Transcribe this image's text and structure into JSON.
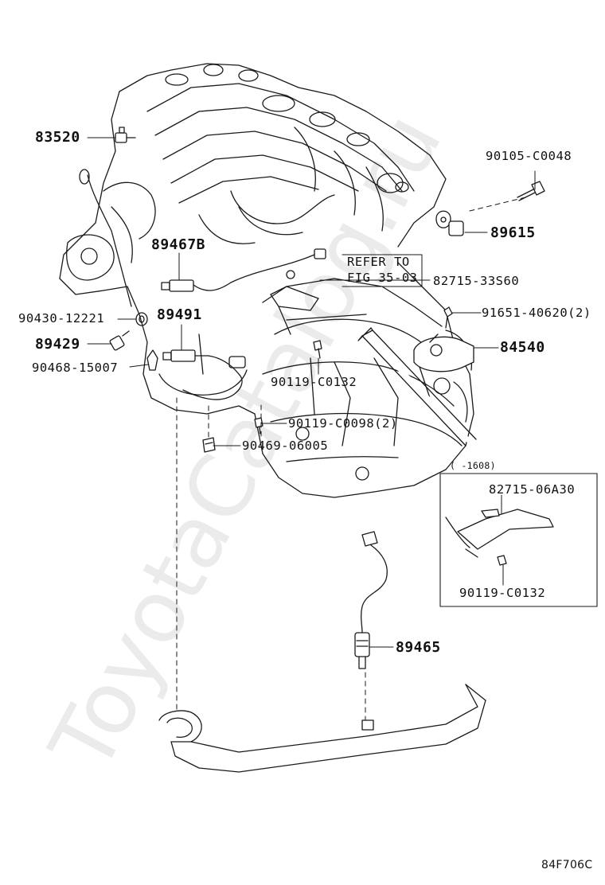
{
  "watermark": "ToyotaCatalog.ru",
  "figure_code": "84F706C",
  "callouts": {
    "p83520": "83520",
    "p90105": "90105-C0048",
    "p89615": "89615",
    "p89467b": "89467B",
    "refer_1": "REFER TO",
    "refer_2": "FIG 35-03",
    "p82715_33s60": "82715-33S60",
    "p90430": "90430-12221",
    "p89491": "89491",
    "p91651": "91651-40620(2)",
    "p89429": "89429",
    "p84540": "84540",
    "p90468": "90468-15007",
    "p90119_c0132": "90119-C0132",
    "p90119_c0098": "90119-C0098(2)",
    "p90469": "90469-06005",
    "inset_range": "(   -1608)",
    "inset_p82715": "82715-06A30",
    "inset_p90119": "90119-C0132",
    "p89465": "89465"
  }
}
